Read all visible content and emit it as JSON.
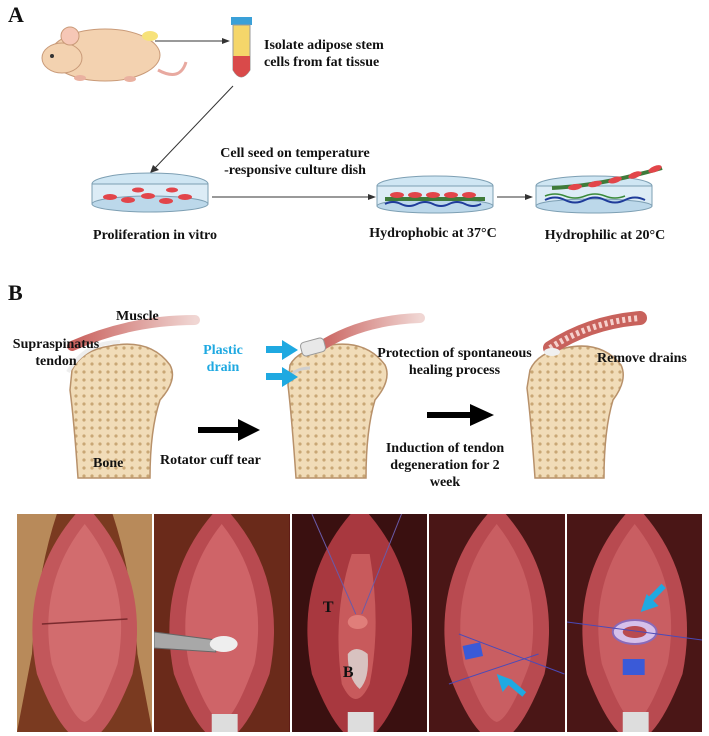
{
  "panels": {
    "a": "A",
    "b": "B"
  },
  "panel_a": {
    "isolate": "Isolate adipose stem cells from fat tissue",
    "isolate_line1": "Isolate adipose stem",
    "isolate_line2": "cells from fat tissue",
    "seed_line1": "Cell seed on temperature",
    "seed_line2": "-responsive culture dish",
    "proliferation": "Proliferation in vitro",
    "hydrophobic": "Hydrophobic at 37°C",
    "hydrophilic": "Hydrophilic at 20°C"
  },
  "panel_b": {
    "muscle": "Muscle",
    "supra_line1": "Supraspinatus",
    "supra_line2": "tendon",
    "bone": "Bone",
    "rotator": "Rotator cuff tear",
    "plastic_line1": "Plastic",
    "plastic_line2": "drain",
    "protection_line1": "Protection of spontaneous",
    "protection_line2": "healing process",
    "induction_line1": "Induction of tendon",
    "induction_line2": "degeneration for 2",
    "induction_line3": "week",
    "remove": "Remove drains"
  },
  "photos": {
    "tendon_letter": "T",
    "bone_letter": "B"
  },
  "colors": {
    "accent_blue": "#1fa9e1",
    "arrow_black": "#000000",
    "bone": "#f1dcb8",
    "muscle": "#c9615d"
  }
}
